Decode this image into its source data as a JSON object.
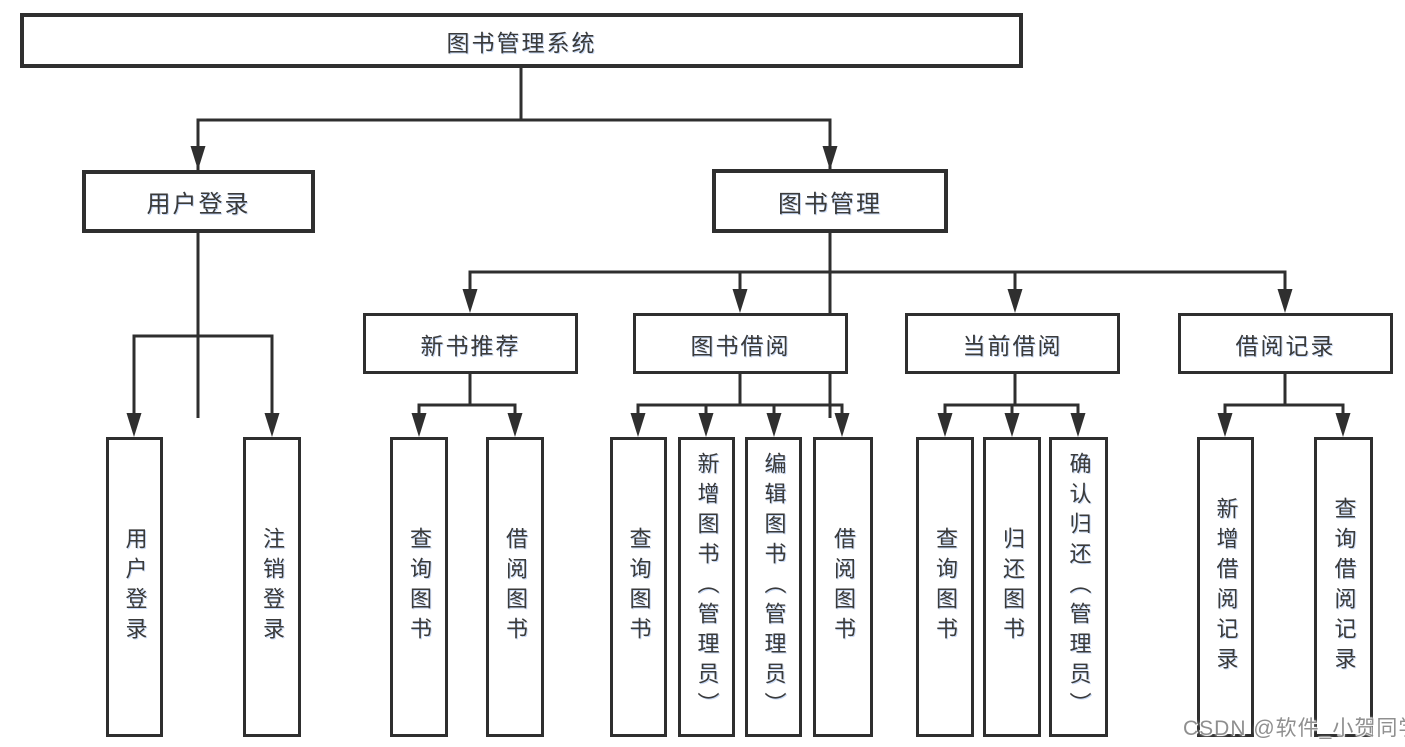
{
  "diagram": {
    "type": "hierarchy-tree",
    "colors": {
      "line": "#2f2f2f",
      "box_border": "#2f2f2f",
      "box_fill": "#ffffff",
      "text": "#3a3a3a",
      "watermark": "#8f8f8f",
      "background": "#ffffff"
    },
    "root": {
      "label": "图书管理系统"
    },
    "level2": [
      {
        "label": "用户登录"
      },
      {
        "label": "图书管理"
      }
    ],
    "level3": [
      {
        "label": "新书推荐",
        "parent": "图书管理"
      },
      {
        "label": "图书借阅",
        "parent": "图书管理"
      },
      {
        "label": "当前借阅",
        "parent": "图书管理"
      },
      {
        "label": "借阅记录",
        "parent": "图书管理"
      }
    ],
    "leaves": [
      {
        "label": "用户登录",
        "parent": "用户登录"
      },
      {
        "label": "注销登录",
        "parent": "用户登录"
      },
      {
        "label": "查询图书",
        "parent": "新书推荐"
      },
      {
        "label": "借阅图书",
        "parent": "新书推荐"
      },
      {
        "label": "查询图书",
        "parent": "图书借阅"
      },
      {
        "label": "新增图书（管理员）",
        "parent": "图书借阅"
      },
      {
        "label": "编辑图书（管理员）",
        "parent": "图书借阅"
      },
      {
        "label": "借阅图书",
        "parent": "图书借阅"
      },
      {
        "label": "查询图书",
        "parent": "当前借阅"
      },
      {
        "label": "归还图书",
        "parent": "当前借阅"
      },
      {
        "label": "确认归还（管理员）",
        "parent": "当前借阅"
      },
      {
        "label": "新增借阅记录",
        "parent": "借阅记录"
      },
      {
        "label": "查询借阅记录",
        "parent": "借阅记录"
      }
    ]
  },
  "watermark": {
    "text": "CSDN @软件_小贺同学"
  }
}
